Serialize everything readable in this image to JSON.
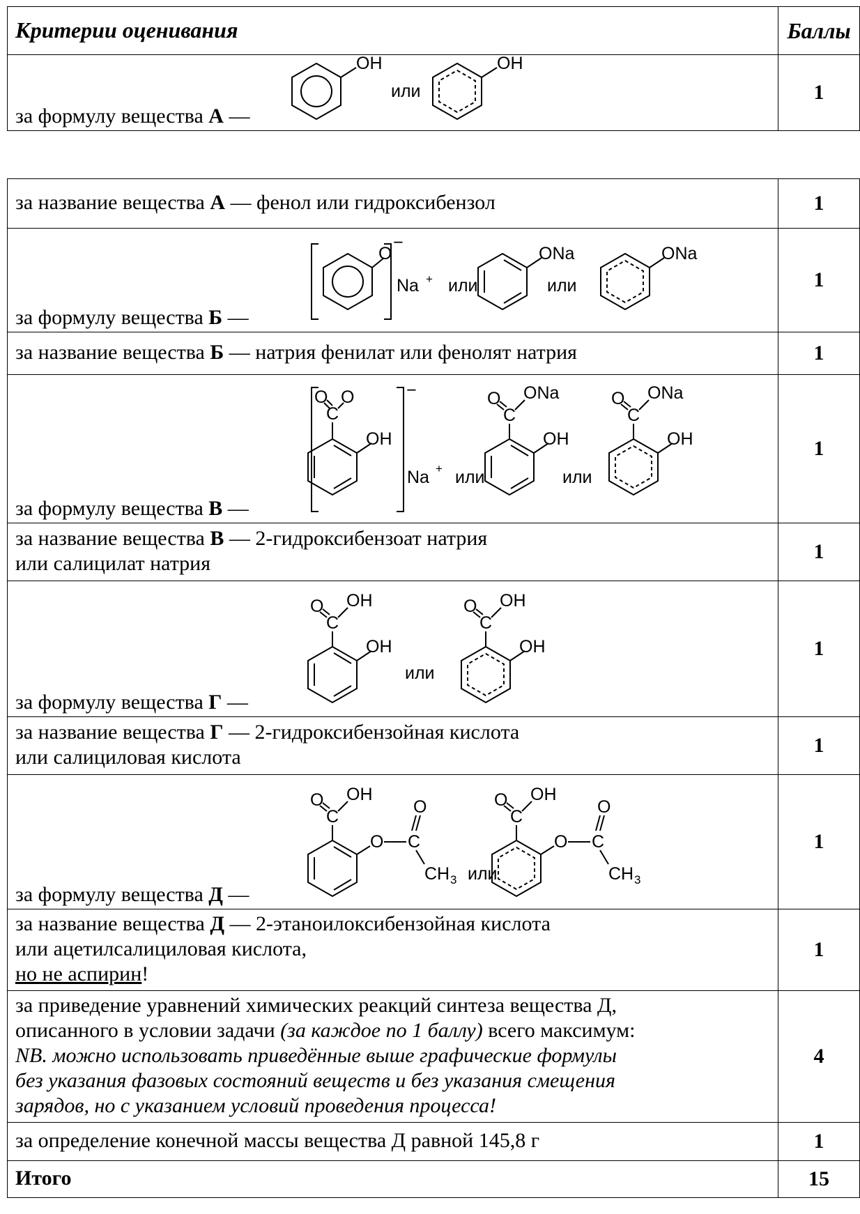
{
  "header": {
    "criteria": "Критерии оценивания",
    "points": "Баллы"
  },
  "rows": [
    {
      "pre": "за формулу вещества ",
      "sub": "А",
      "post": " —",
      "points": "1",
      "formula": {
        "or1": "или",
        "oh": "OH"
      }
    },
    {
      "pre": "за название вещества ",
      "sub": "А",
      "post": " — фенол или гидроксибензол",
      "points": "1"
    },
    {
      "pre": "за формулу вещества ",
      "sub": "Б",
      "post": " —",
      "points": "1",
      "formula": {
        "o": "O",
        "minus": "−",
        "na": "Na",
        "plus": "+",
        "or1": "или",
        "or2": "или",
        "ona": "ONa"
      }
    },
    {
      "pre": "за название вещества ",
      "sub": "Б",
      "post": " — натрия фенилат или фенолят натрия",
      "points": "1"
    },
    {
      "pre": "за формулу вещества ",
      "sub": "В",
      "post": " —",
      "points": "1",
      "formula": {
        "o": "O",
        "c": "C",
        "oh": "OH",
        "ona": "ONa",
        "minus": "−",
        "na": "Na",
        "plus": "+",
        "or1": "или",
        "or2": "или"
      }
    },
    {
      "pre": "за название вещества ",
      "sub": "В",
      "post": " — 2-гидроксибензоат натрия",
      "line2": "или салицилат натрия",
      "points": "1"
    },
    {
      "pre": "за формулу вещества ",
      "sub": "Г",
      "post": " —",
      "points": "1",
      "formula": {
        "o": "O",
        "c": "C",
        "oh": "OH",
        "or1": "или"
      }
    },
    {
      "pre": "за название вещества ",
      "sub": "Г",
      "post": " — 2-гидроксибензойная кислота",
      "line2": "или салициловая кислота",
      "points": "1"
    },
    {
      "pre": "за формулу вещества ",
      "sub": "Д",
      "post": " —",
      "points": "1",
      "formula": {
        "o": "O",
        "c": "C",
        "oh": "OH",
        "ch": "CH",
        "three": "3",
        "or1": "или"
      }
    },
    {
      "pre": "за название вещества ",
      "sub": "Д",
      "post": " — 2-этаноилоксибензойная кислота",
      "line2": "или ацетилсалициловая кислота,",
      "line3": "но не аспирин",
      "line3_end": "!",
      "points": "1"
    },
    {
      "line1": "за приведение уравнений химических реакций синтеза вещества Д,",
      "line2_pre": "описанного в условии задачи ",
      "line2_it": "(за каждое по 1 баллу)",
      "line2_post": " всего максимум:",
      "line3": "NB. можно использовать приведённые выше графические формулы",
      "line4": "без указания фазовых состояний веществ и без указания смещения",
      "line5": "зарядов, но с указанием условий проведения процесса!",
      "points": "4"
    },
    {
      "text": "за определение конечной массы вещества Д равной 145,8 г",
      "points": "1"
    },
    {
      "text": "Итого",
      "points": "15"
    }
  ]
}
